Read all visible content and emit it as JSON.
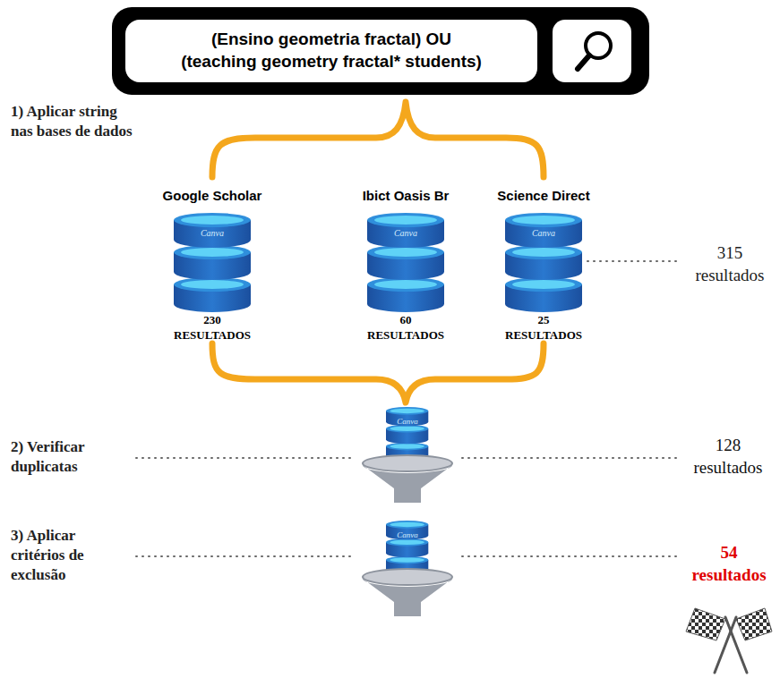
{
  "diagram": {
    "nodes": [
      {
        "text": [
          "(Ensino geometria fractal) OU (teaching geometry fractal* students)"
        ]
      },
      {
        "text": [
          "Google Scholar",
          "230 RESULTADOS"
        ]
      },
      {
        "text": [
          "Ibict Oasis Br",
          "60 RESULTADOS"
        ]
      },
      {
        "text": [
          "Science Direct",
          "25 RESULTADOS"
        ]
      }
    ],
    "labels": [
      "1) Aplicar string nas bases de dados",
      "315 resultados",
      "2) Verificar duplicatas",
      "128 resultados",
      "3) Aplicar critérios de exclusão",
      "54 resultados",
      "Canva",
      "Canva",
      "Canva",
      "Canva",
      "Canva"
    ]
  }
}
